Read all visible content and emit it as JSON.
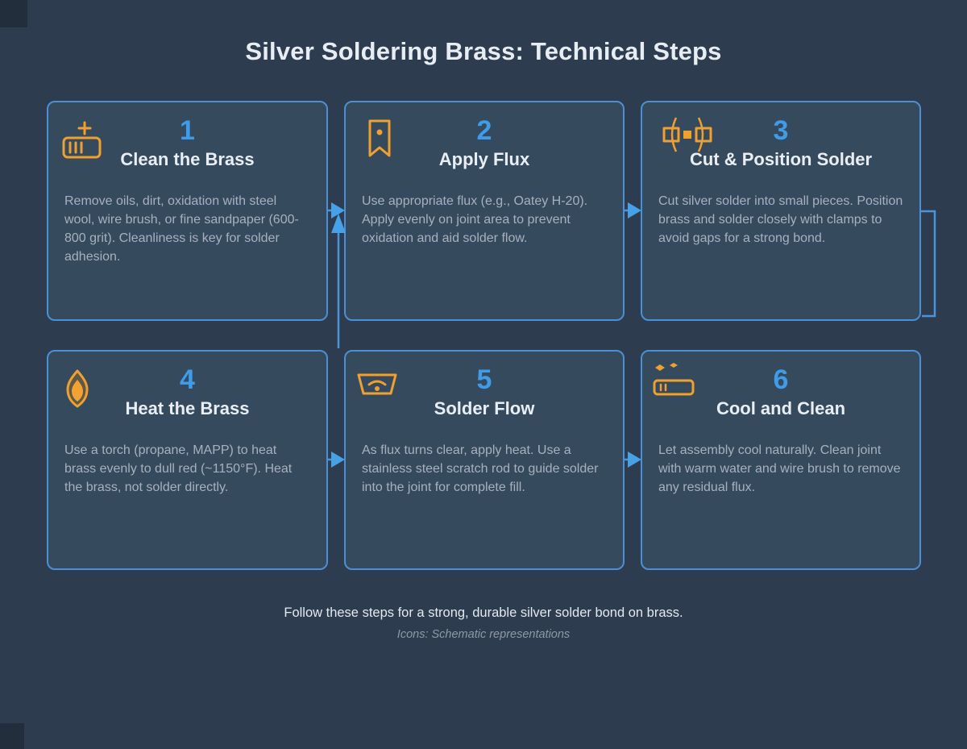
{
  "page": {
    "title": "Silver Soldering Brass: Technical Steps",
    "footer_main": "Follow these steps for a strong, durable silver solder bond on brass.",
    "footer_note": "Icons: Schematic representations"
  },
  "colors": {
    "background": "#2d3c4e",
    "card_background": "#364a5e",
    "card_border": "#4a90d8",
    "step_number": "#3f9ce8",
    "step_title": "#e9eef4",
    "step_body": "#a7b1bd",
    "icon_orange": "#efa02f",
    "arrow_blue": "#46a1e8",
    "footer_note_gray": "#8e99a5"
  },
  "steps": [
    {
      "number": "1",
      "title": "Clean the Brass",
      "description": "Remove oils, dirt, oxidation with steel wool, wire brush, or fine sandpaper (600-800 grit). Cleanliness is key for solder adhesion.",
      "icon": "scrub-pad-plus-icon"
    },
    {
      "number": "2",
      "title": "Apply Flux",
      "description": "Use appropriate flux (e.g., Oatey H-20). Apply evenly on joint area to prevent oxidation and aid solder flow.",
      "icon": "flux-bookmark-icon"
    },
    {
      "number": "3",
      "title": "Cut & Position Solder",
      "description": "Cut silver solder into small pieces. Position brass and solder closely with clamps to avoid gaps for a strong bond.",
      "icon": "solder-segments-icon"
    },
    {
      "number": "4",
      "title": "Heat the Brass",
      "description": "Use a torch (propane, MAPP) to heat brass evenly to dull red (~1150°F). Heat the brass, not solder directly.",
      "icon": "torch-flame-icon"
    },
    {
      "number": "5",
      "title": "Solder Flow",
      "description": "As flux turns clear, apply heat. Use a stainless steel scratch rod to guide solder into the joint for complete fill.",
      "icon": "flux-flow-gauge-icon"
    },
    {
      "number": "6",
      "title": "Cool and Clean",
      "description": "Let assembly cool naturally. Clean joint with warm water and wire brush to remove any residual flux.",
      "icon": "cooling-tray-icon"
    }
  ]
}
